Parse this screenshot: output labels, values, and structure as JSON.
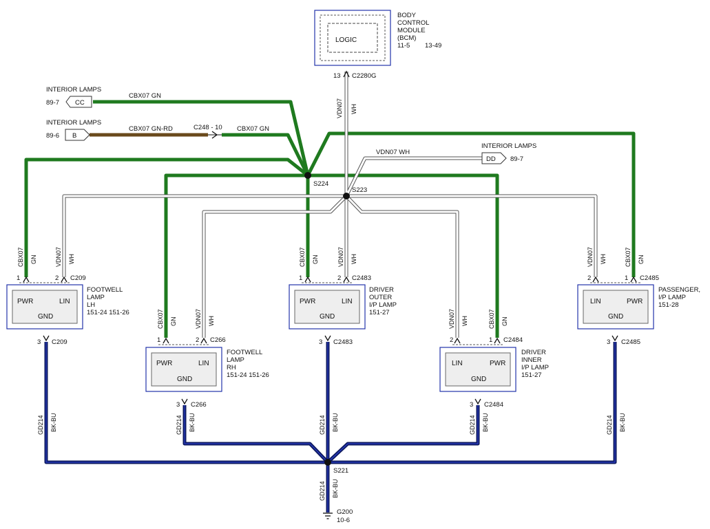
{
  "bcm": {
    "inner_label": "LOGIC",
    "name_lines": [
      "BODY",
      "CONTROL",
      "MODULE",
      "(BCM)"
    ],
    "ref_a": "11-5",
    "ref_b": "13-49",
    "pin": "13",
    "connector": "C2280G"
  },
  "interior_lamps": [
    {
      "title": "INTERIOR LAMPS",
      "ref": "89-7",
      "code": "CC"
    },
    {
      "title": "INTERIOR LAMPS",
      "ref": "89-6",
      "code": "B"
    },
    {
      "title": "INTERIOR LAMPS",
      "ref": "89-7",
      "code": "DD"
    }
  ],
  "wires": {
    "cbx07_gn": "CBX07  GN",
    "cbx07_gn_rd": "CBX07  GN-RD",
    "c248": "C248 - 10",
    "vdn07_wh": "VDN07  WH",
    "cbx07": "CBX07",
    "gn": "GN",
    "vdn07": "VDN07",
    "wh": "WH",
    "gd214": "GD214",
    "bk_bu": "BK-BU"
  },
  "splices": {
    "s224": "S224",
    "s223": "S223",
    "s221": "S221"
  },
  "lamps": {
    "footwell_lh": {
      "name_lines": [
        "FOOTWELL",
        "LAMP",
        "LH",
        "151-24  151-26"
      ],
      "left": "PWR",
      "right": "LIN",
      "gnd": "GND",
      "pin1": "1",
      "pin2": "2",
      "pin3": "3",
      "conn_top": "C209",
      "conn_bot": "C209"
    },
    "footwell_rh": {
      "name_lines": [
        "FOOTWELL",
        "LAMP",
        "RH",
        "151-24  151-26"
      ],
      "left": "PWR",
      "right": "LIN",
      "gnd": "GND",
      "pin1": "1",
      "pin2": "2",
      "pin3": "3",
      "conn_top": "C266",
      "conn_bot": "C266"
    },
    "driver_outer": {
      "name_lines": [
        "DRIVER",
        "OUTER",
        "I/P LAMP",
        "151-27"
      ],
      "left": "PWR",
      "right": "LIN",
      "gnd": "GND",
      "pin1": "1",
      "pin2": "2",
      "pin3": "3",
      "conn_top": "C2483",
      "conn_bot": "C2483"
    },
    "driver_inner": {
      "name_lines": [
        "DRIVER",
        "INNER",
        "I/P LAMP",
        "151-27"
      ],
      "left": "LIN",
      "right": "PWR",
      "gnd": "GND",
      "pin1": "1",
      "pin2": "2",
      "pin3": "3",
      "conn_top": "C2484",
      "conn_bot": "C2484"
    },
    "passenger": {
      "name_lines": [
        "PASSENGER,",
        "I/P LAMP",
        "151-28"
      ],
      "left": "LIN",
      "right": "PWR",
      "gnd": "GND",
      "pin1": "1",
      "pin2": "2",
      "pin3": "3",
      "conn_top": "C2485",
      "conn_bot": "C2485"
    }
  },
  "ground": {
    "name": "G200",
    "ref": "10-6"
  }
}
